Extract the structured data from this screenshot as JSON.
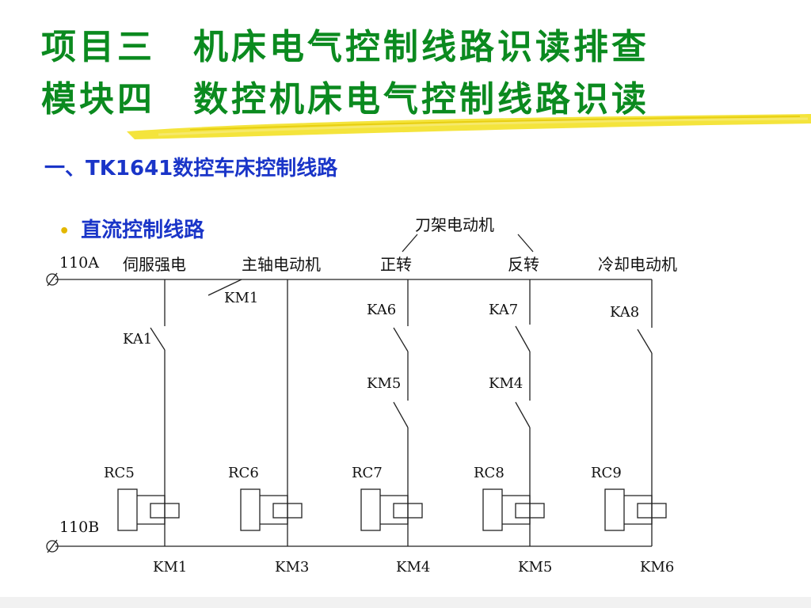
{
  "slide": {
    "title_line1": "项目三　机床电气控制线路识读排查",
    "title_line2": "模块四　数控机床电气控制线路识读",
    "heading": "一、TK1641数控车床控制线路",
    "bullet": "直流控制线路"
  },
  "circuit": {
    "supply_top": "110A",
    "supply_bottom": "110B",
    "tool_post_motor": "刀架电动机",
    "branch_headers": {
      "servo": "伺服强电",
      "spindle": "主轴电动机",
      "forward": "正转",
      "reverse": "反转",
      "coolant": "冷却电动机"
    },
    "contacts": {
      "km1_main": "KM1",
      "ka1": "KA1",
      "ka6": "KA6",
      "ka7": "KA7",
      "ka8": "KA8",
      "km5": "KM5",
      "km4": "KM4"
    },
    "rc_labels": [
      "RC5",
      "RC6",
      "RC7",
      "RC8",
      "RC9"
    ],
    "coil_labels": [
      "KM1",
      "KM3",
      "KM4",
      "KM5",
      "KM6"
    ]
  },
  "colors": {
    "title": "#0b8a1f",
    "heading": "#1a35c8",
    "bullet": "#e3b700",
    "highlight": "#f2df1a"
  }
}
